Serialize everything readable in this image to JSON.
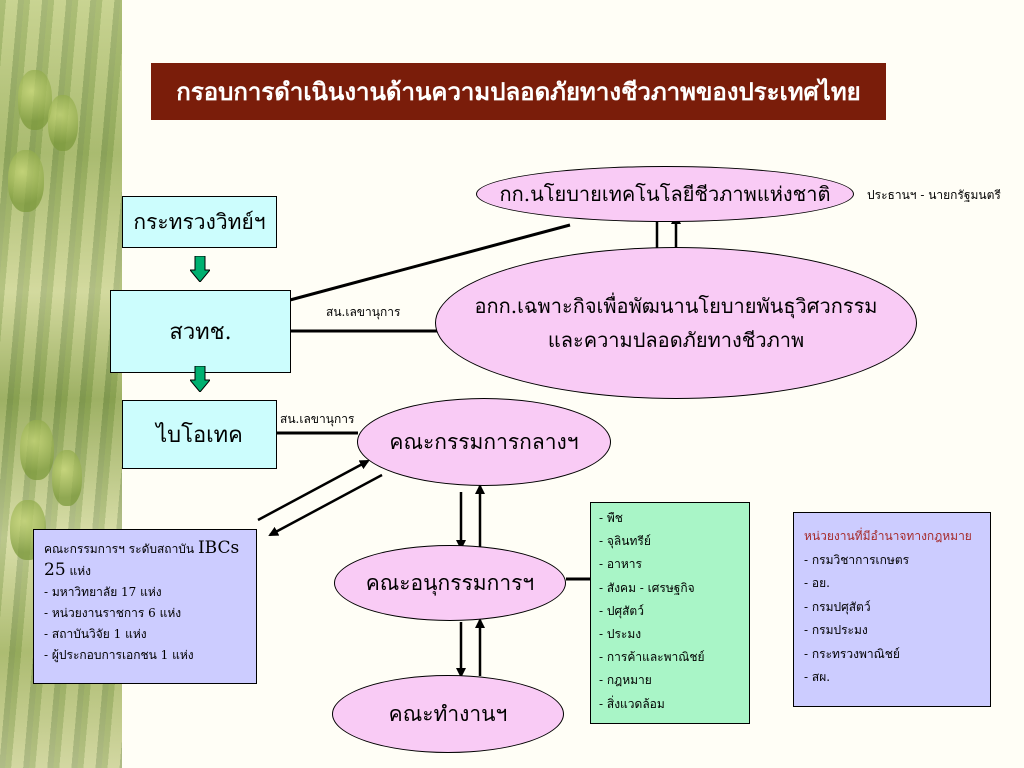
{
  "title": "กรอบการดำเนินงานด้านความปลอดภัยทางชีวภาพของประเทศไทย",
  "left_column": {
    "ministry": "กระทรวงวิทย์ฯ",
    "nstda": "สวทช.",
    "biotec": "ไบโอเทค"
  },
  "ellipses": {
    "national_committee": "กก.นโยบายเทคโนโลยีชีวภาพแห่งชาติ",
    "national_committee_chair": "ประธานฯ - นายกรัฐมนตรี",
    "subcommittee_line1": "อกก.เฉพาะกิจเพื่อพัฒนานโยบายพันธุวิศวกรรม",
    "subcommittee_line2": "และความปลอดภัยทางชีวภาพ",
    "central_committee": "คณะกรรมการกลางฯ",
    "subcommittees": "คณะอนุกรรมการฯ",
    "working_group": "คณะทำงานฯ"
  },
  "labels": {
    "secretariat_1": "สน.เลขานุการ",
    "secretariat_2": "สน.เลขานุการ"
  },
  "ibc_box": {
    "line1_a": "คณะกรรมการฯ ระดับสถาบัน ",
    "line1_b": "IBCs",
    "line2_a": "25",
    "line2_b": " แห่ง",
    "items": [
      "- มหาวิทยาลัย  17 แห่ง",
      "- หน่วยงานราชการ 6 แห่ง",
      "- สถาบันวิจัย  1 แห่ง",
      "- ผู้ประกอบการเอกชน  1 แห่ง"
    ]
  },
  "fields_box": {
    "items": [
      "- พืช",
      "- จุลินทรีย์",
      "- อาหาร",
      "- สังคม - เศรษฐกิจ",
      "- ปศุสัตว์",
      "- ประมง",
      "- การค้าและพาณิชย์",
      "- กฎหมาย",
      "- สิ่งแวดล้อม"
    ]
  },
  "authority_box": {
    "heading": "หน่วยงานที่มีอำนาจทางกฎหมาย",
    "items": [
      "- กรมวิชาการเกษตร",
      "- อย.",
      "- กรมปศุสัตว์",
      "- กรมประมง",
      "- กระทรวงพาณิชย์",
      "- สผ."
    ]
  },
  "colors": {
    "title_bg": "#7a1d0a",
    "ellipse_fill": "#f9cbf5",
    "cyan_box": "#ccfdfd",
    "ibc_box": "#ccccff",
    "fields_box": "#a9f5c7",
    "authority_box": "#ccccff",
    "authority_heading": "#a52a2a",
    "green_arrow": "#00b070"
  }
}
